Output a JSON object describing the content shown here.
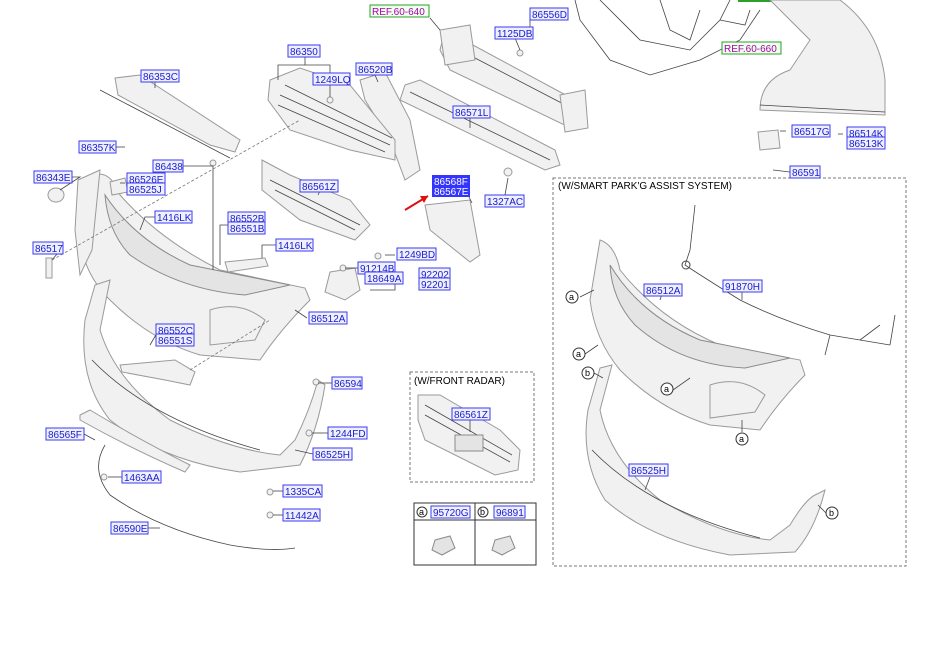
{
  "labels": {
    "ref_60_640": "REF.60-640",
    "ref_60_660": "REF.60-660",
    "p86556D": "86556D",
    "p1125DB": "1125DB",
    "p86350": "86350",
    "p1249LQ": "1249LQ",
    "p86520B": "86520B",
    "p86353C": "86353C",
    "p86571L": "86571L",
    "p86357K": "86357K",
    "p86438": "86438",
    "p86343E": "86343E",
    "p86526E": "86526E",
    "p86525J": "86525J",
    "p86561Z_top": "86561Z",
    "p86568F": "86568F",
    "p86567E": "86567E",
    "p1327AC": "1327AC",
    "p86517G": "86517G",
    "p86514K": "86514K",
    "p86513K": "86513K",
    "p86591": "86591",
    "p1416LK_a": "1416LK",
    "p86552B": "86552B",
    "p86551B": "86551B",
    "p1416LK_b": "1416LK",
    "p1249BD": "1249BD",
    "p86517": "86517",
    "p91214B": "91214B",
    "p18649A": "18649A",
    "p92202": "92202",
    "p92201": "92201",
    "p86512A_main": "86512A",
    "p86552C": "86552C",
    "p86551S": "86551S",
    "p86594": "86594",
    "p1244FD": "1244FD",
    "p86565F": "86565F",
    "p86525H_main": "86525H",
    "p1463AA": "1463AA",
    "p1335CA": "1335CA",
    "p11442A": "11442A",
    "p86590E": "86590E",
    "p86561Z_radar": "86561Z",
    "p95720G": "95720G",
    "p96891": "96891",
    "p86512A_spas": "86512A",
    "p91870H": "91870H",
    "p86525H_spas": "86525H",
    "letter_a": "a",
    "letter_b": "b"
  },
  "sections": {
    "radar": "(W/FRONT RADAR)",
    "spas": "(W/SMART PARK'G ASSIST SYSTEM)"
  }
}
